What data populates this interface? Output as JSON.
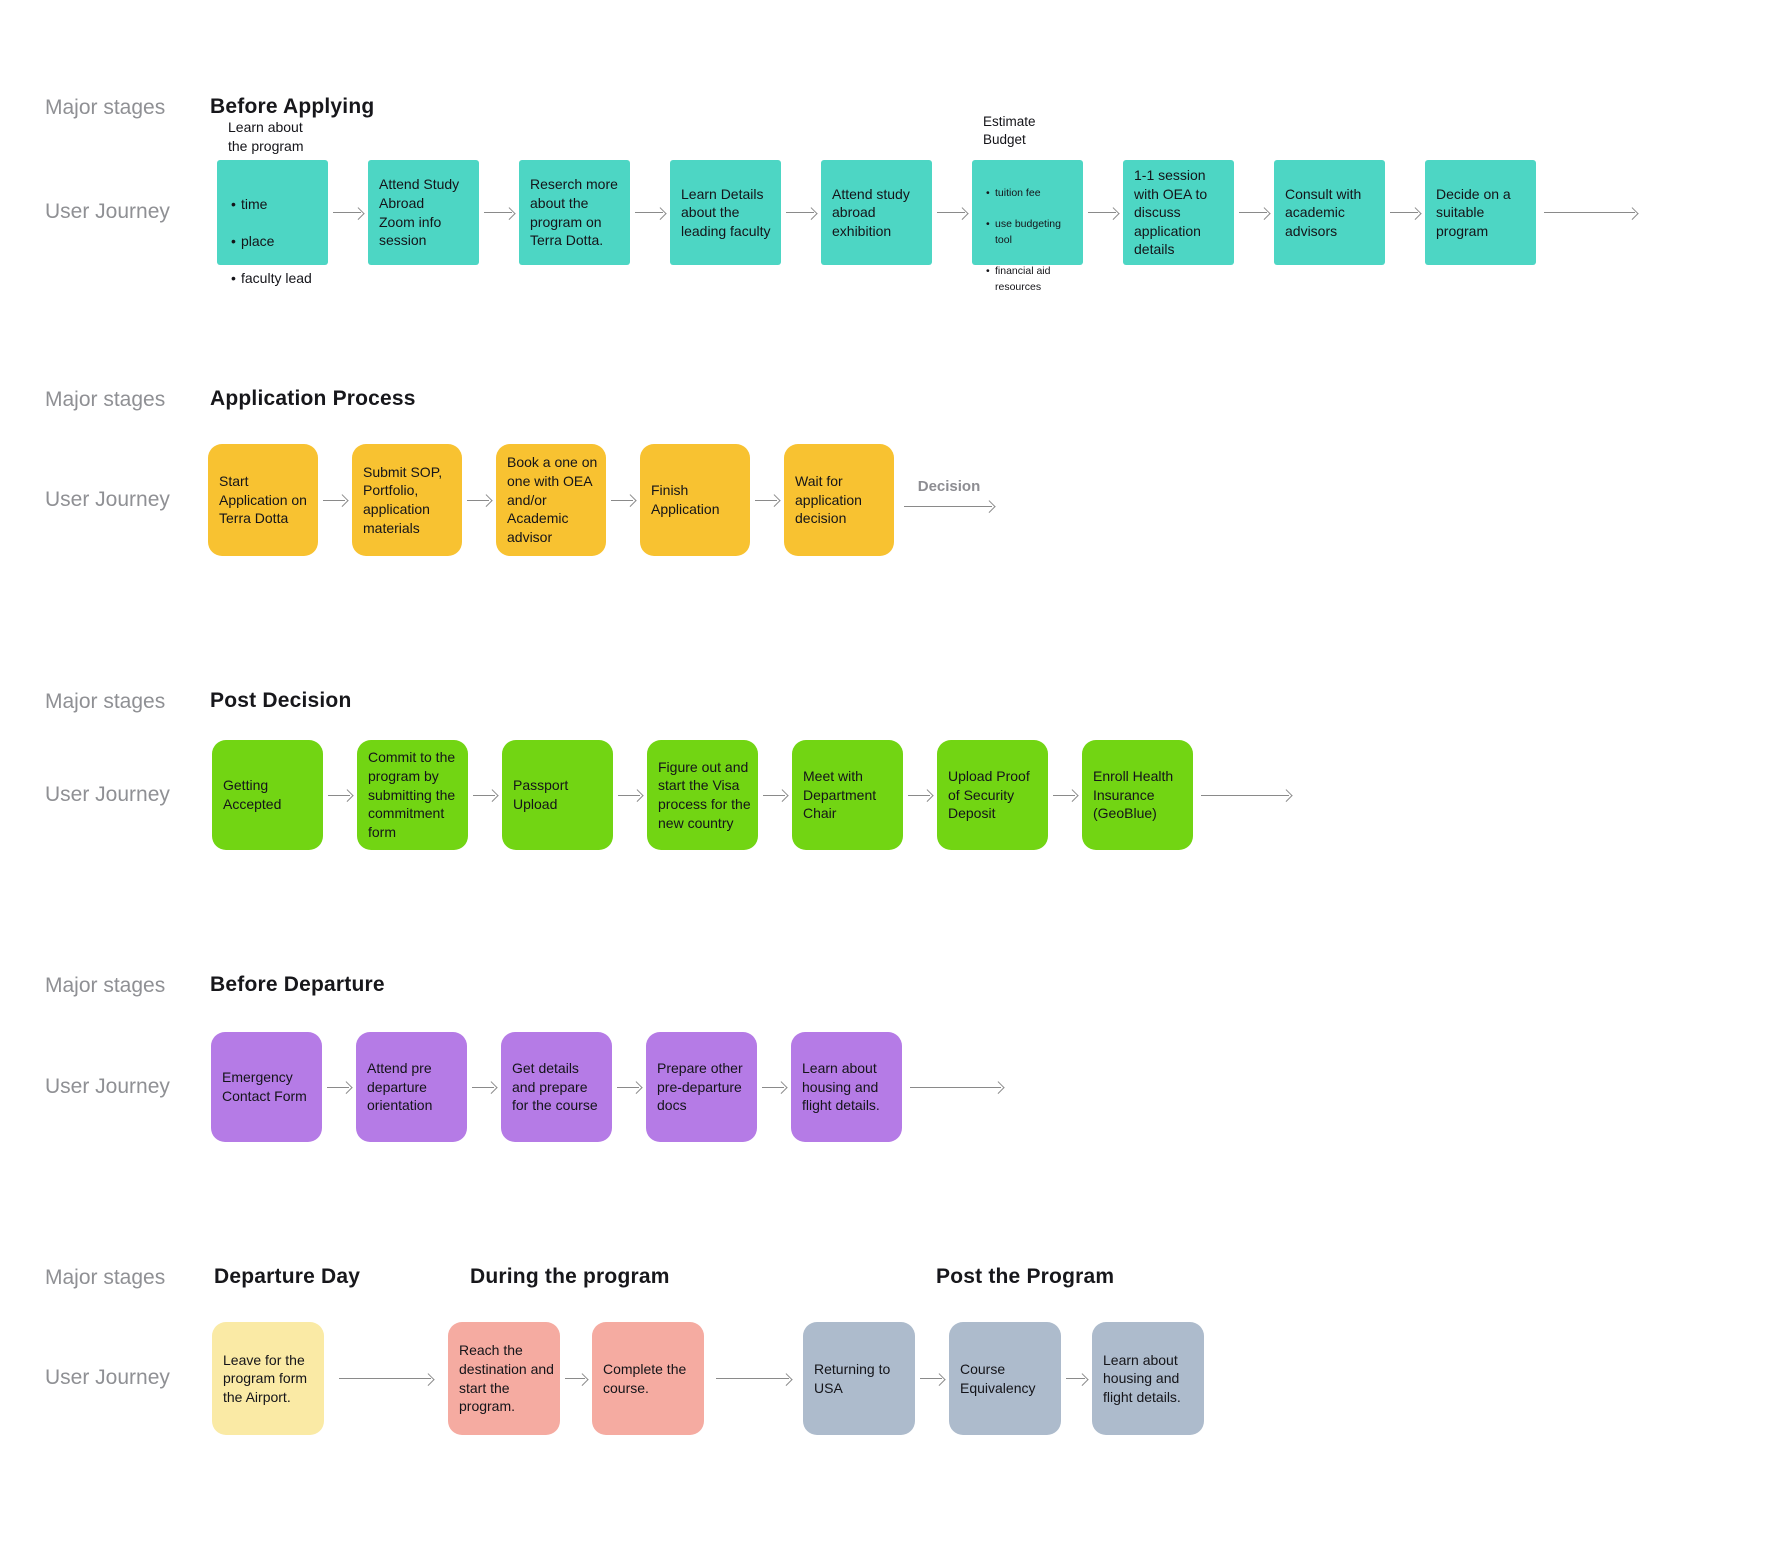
{
  "labels": {
    "major_stages": "Major stages",
    "user_journey": "User Journey"
  },
  "colors": {
    "teal": "#4dd6c4",
    "orange": "#f8c231",
    "green": "#72d513",
    "purple": "#b57be6",
    "pale_yellow": "#faeaa5",
    "salmon": "#f5aba1",
    "gray_blue": "#adbbcc",
    "arrow": "#8a8a8a",
    "heading_text": "#17171b",
    "label_gray": "#8f9094"
  },
  "stages": [
    {
      "heading": "Before Applying",
      "cards": [
        {
          "text": "Learn about the program",
          "bullets": [
            "time",
            "place",
            "faculty lead"
          ]
        },
        {
          "text": "Attend Study Abroad\nZoom info session"
        },
        {
          "text": "Reserch more about the program on Terra Dotta."
        },
        {
          "text": "Learn Details about the leading faculty"
        },
        {
          "text": "Attend study abroad exhibition"
        },
        {
          "text": "Estimate Budget",
          "bullets": [
            "tuition fee",
            "use budgeting  tool",
            "financial aid resources"
          ]
        },
        {
          "text": "1-1 session with OEA to discuss application details"
        },
        {
          "text": "Consult with academic advisors"
        },
        {
          "text": "Decide on a suitable program"
        }
      ]
    },
    {
      "heading": "Application Process",
      "arrow_label": "Decision",
      "cards": [
        {
          "text": "Start Application on Terra Dotta"
        },
        {
          "text": "Submit SOP, Portfolio, application materials"
        },
        {
          "text": "Book a one on one with OEA and/or Academic advisor"
        },
        {
          "text": "Finish Application"
        },
        {
          "text": "Wait for application decision"
        }
      ]
    },
    {
      "heading": "Post Decision",
      "cards": [
        {
          "text": "Getting Accepted"
        },
        {
          "text": "Commit to the program by submitting the commitment form"
        },
        {
          "text": "Passport Upload"
        },
        {
          "text": "Figure out and start the Visa process for the new country"
        },
        {
          "text": "Meet with Department Chair"
        },
        {
          "text": "Upload Proof of Security Deposit"
        },
        {
          "text": "Enroll Health Insurance (GeoBlue)"
        }
      ]
    },
    {
      "heading": "Before Departure",
      "cards": [
        {
          "text": "Emergency Contact Form"
        },
        {
          "text": "Attend pre departure orientation"
        },
        {
          "text": "Get details and prepare for the course"
        },
        {
          "text": "Prepare other pre-departure docs"
        },
        {
          "text": "Learn about housing and flight details."
        }
      ]
    },
    {
      "headings": [
        "Departure Day",
        "During the program",
        "Post the Program"
      ],
      "cards": [
        {
          "text": "Leave for the program form the Airport."
        },
        {
          "text": "Reach the destination and start the program."
        },
        {
          "text": "Complete the course."
        },
        {
          "text": "Returning to USA"
        },
        {
          "text": "Course Equivalency"
        },
        {
          "text": "Learn about housing and flight details."
        }
      ]
    }
  ]
}
